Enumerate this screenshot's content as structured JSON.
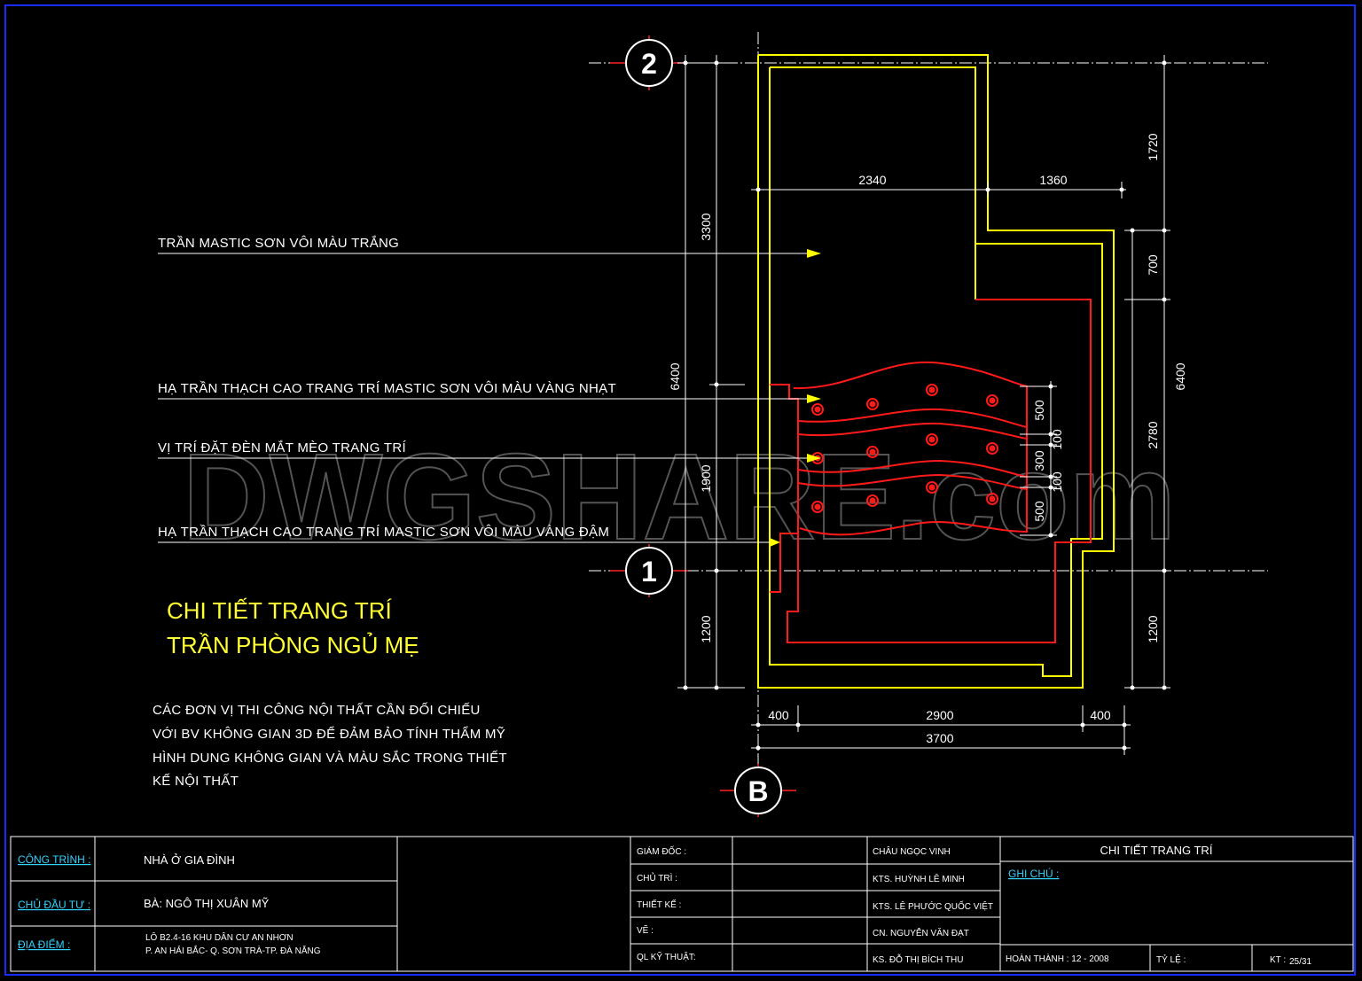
{
  "watermark": "DWGSHARE.com",
  "axes": {
    "axis_2": "2",
    "axis_1": "1",
    "axis_b": "B"
  },
  "annotations": {
    "ceiling_white": "TRẦN MASTIC SƠN VÔI MÀU TRẮNG",
    "ceiling_light_yellow": "HẠ TRẦN THẠCH CAO TRANG TRÍ MASTIC SƠN VÔI MÀU VÀNG NHẠT",
    "downlight_position": "VỊ TRÍ ĐẶT ĐÈN MẮT MÈO TRANG TRÍ",
    "ceiling_dark_yellow": "HẠ TRẦN THẠCH CAO TRANG TRÍ MASTIC SƠN VÔI MÀU VÀNG ĐẬM"
  },
  "drawing_title": {
    "line1": "CHI TIẾT TRANG TRÍ",
    "line2": "TRẦN PHÒNG NGỦ MẸ"
  },
  "note": {
    "line1": "CÁC ĐƠN VỊ THI CÔNG NỘI THẤT CẦN ĐỐI CHIẾU",
    "line2": "VỚI BV KHÔNG GIAN 3D ĐỂ ĐẢM BẢO TÍNH THẨM MỸ",
    "line3": "HÌNH DUNG KHÔNG GIAN VÀ MÀU SẮC TRONG THIẾT",
    "line4": "KẾ NỘI THẤT"
  },
  "dimensions": {
    "left_3300": "3300",
    "left_6400": "6400",
    "left_1900": "1900",
    "left_1200": "1200",
    "top_2340": "2340",
    "top_1360": "1360",
    "right_1720": "1720",
    "right_700": "700",
    "right_2780": "2780",
    "right_6400": "6400",
    "right_1200": "1200",
    "detail_500a": "500",
    "detail_100a": "100",
    "detail_300": "300",
    "detail_100b": "100",
    "detail_500b": "500",
    "bottom_400a": "400",
    "bottom_2900": "2900",
    "bottom_400b": "400",
    "bottom_3700": "3700"
  },
  "title_block": {
    "project_label": "CÔNG TRÌNH :",
    "project_value": "NHÀ Ở GIA ĐÌNH",
    "owner_label": "CHỦ ĐẦU TƯ :",
    "owner_value": "BÀ: NGÔ THỊ XUÂN MỸ",
    "location_label": "ĐỊA ĐIỂM :",
    "location_line1": "LÔ B2.4-16 KHU DÂN CƯ AN NHƠN",
    "location_line2": "P. AN HẢI BẮC- Q. SƠN TRÀ-TP. ĐÀ NẴNG",
    "roles": [
      "GIÁM ĐỐC :",
      "CHỦ TRÌ :",
      "THIẾT KẾ :",
      "VẼ :",
      "QL KỸ THUẬT:"
    ],
    "names": [
      "CHÂU NGỌC VINH",
      "KTS. HUỲNH LÊ MINH",
      "KTS. LÊ PHƯỚC QUỐC VIỆT",
      "CN. NGUYỄN VĂN ĐẠT",
      "KS. ĐỖ THỊ BÍCH THU"
    ],
    "sheet_title": "CHI TIẾT TRANG TRÍ",
    "remark_label": "GHI CHÚ :",
    "completion": "HOÀN THÀNH : 12 - 2008",
    "scale_label": "TỶ LỆ :",
    "sheet_no_label": "KT :",
    "sheet_no": "25/31"
  },
  "colors": {
    "wall": "#ffff00",
    "ceiling_edge": "#ff1a1a",
    "dim": "#ffffff",
    "frame": "#1a2bff",
    "title": "#ffff33",
    "label_link": "#32d2ff"
  }
}
